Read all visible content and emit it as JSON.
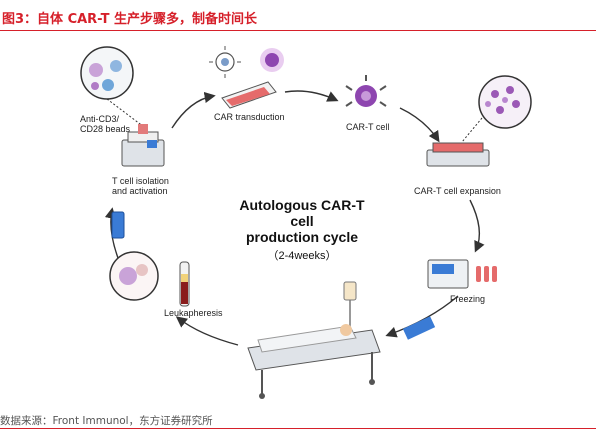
{
  "header": {
    "title": "图3：自体 CAR-T 生产步骤多，制备时间长"
  },
  "footer": {
    "source": "数据来源：Front Immunol，东方证券研究所"
  },
  "diagram": {
    "center_title_line1": "Autologous CAR-T cell",
    "center_title_line2": "production cycle",
    "center_subtitle": "（2-4weeks）",
    "steps": {
      "beads_line1": "Anti-CD3/",
      "beads_line2": "CD28 beads",
      "transduction": "CAR transduction",
      "car_t_cell": "CAR-T cell",
      "expansion": "CAR-T cell expansion",
      "freezing": "Freezing",
      "isolation_line1": "T cell isolation",
      "isolation_line2": "and activation",
      "leukapheresis": "Leukapheresis"
    }
  },
  "colors": {
    "title": "#d6202a",
    "arrow": "#333333",
    "cell_purple": "#7b3fa0",
    "blue_device": "#3a7bd5"
  },
  "icons": [
    "beads-magnifier-icon",
    "virus-icon",
    "flask-icon",
    "car-t-cell-icon",
    "bioreactor-icon",
    "freezer-icon",
    "blood-tube-icon",
    "patient-bed-icon",
    "shipping-truck-icon"
  ]
}
